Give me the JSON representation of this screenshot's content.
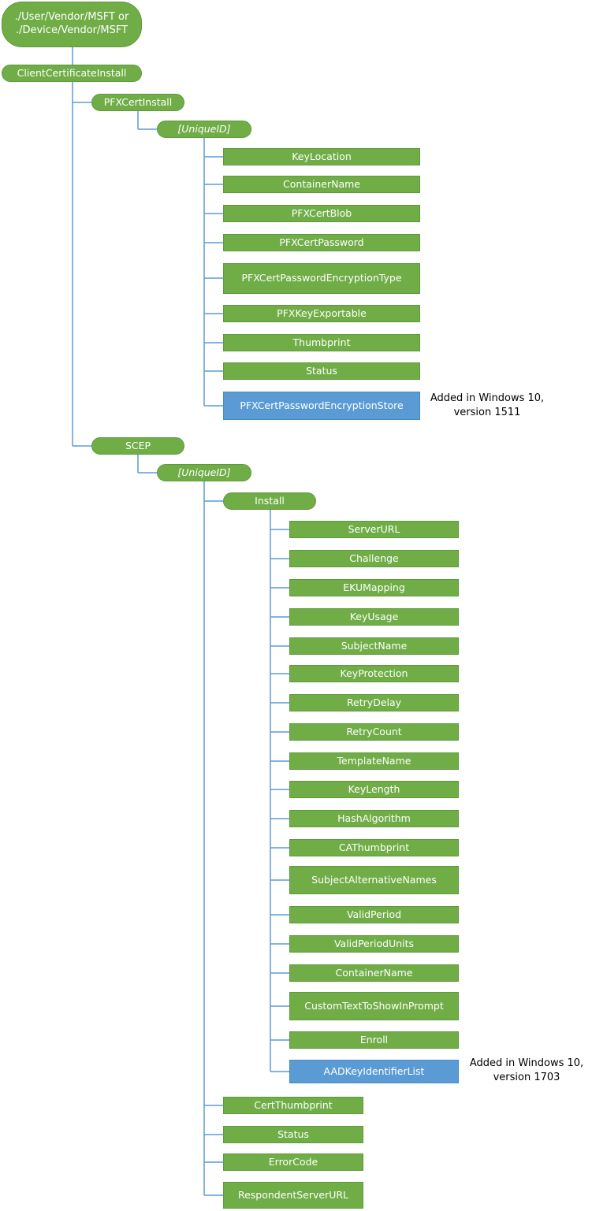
{
  "root": {
    "line1": "./User/Vendor/MSFT or",
    "line2": "./Device/Vendor/MSFT"
  },
  "client_certificate_install": "ClientCertificateInstall",
  "pfx": {
    "label": "PFXCertInstall",
    "unique_id": "[UniqueID]",
    "children": {
      "key_location": "KeyLocation",
      "container_name": "ContainerName",
      "pfx_cert_blob": "PFXCertBlob",
      "pfx_cert_password": "PFXCertPassword",
      "pfx_cert_password_encryption_type": "PFXCertPasswordEncryptionType",
      "pfx_key_exportable": "PFXKeyExportable",
      "thumbprint": "Thumbprint",
      "status": "Status",
      "pfx_cert_password_encryption_store": "PFXCertPasswordEncryptionStore"
    },
    "note": {
      "line1": "Added in Windows 10,",
      "line2": "version 1511"
    }
  },
  "scep": {
    "label": "SCEP",
    "unique_id": "[UniqueID]",
    "install": {
      "label": "Install",
      "children": {
        "server_url": "ServerURL",
        "challenge": "Challenge",
        "eku_mapping": "EKUMapping",
        "key_usage": "KeyUsage",
        "subject_name": "SubjectName",
        "key_protection": "KeyProtection",
        "retry_delay": "RetryDelay",
        "retry_count": "RetryCount",
        "template_name": "TemplateName",
        "key_length": "KeyLength",
        "hash_algorithm": "HashAlgorithm",
        "ca_thumbprint": "CAThumbprint",
        "subject_alternative_names": "SubjectAlternativeNames",
        "valid_period": "ValidPeriod",
        "valid_period_units": "ValidPeriodUnits",
        "container_name": "ContainerName",
        "custom_text_to_show_in_prompt": "CustomTextToShowInPrompt",
        "enroll": "Enroll",
        "aad_key_identifier_list": "AADKeyIdentifierList"
      },
      "note": {
        "line1": "Added in Windows 10,",
        "line2": "version 1703"
      }
    },
    "cert_thumbprint": "CertThumbprint",
    "status": "Status",
    "error_code": "ErrorCode",
    "respondent_server_url": "RespondentServerURL"
  },
  "colors": {
    "node_green": "#70ad47",
    "node_blue": "#5b9bd5",
    "connector": "#5b9bd5"
  }
}
